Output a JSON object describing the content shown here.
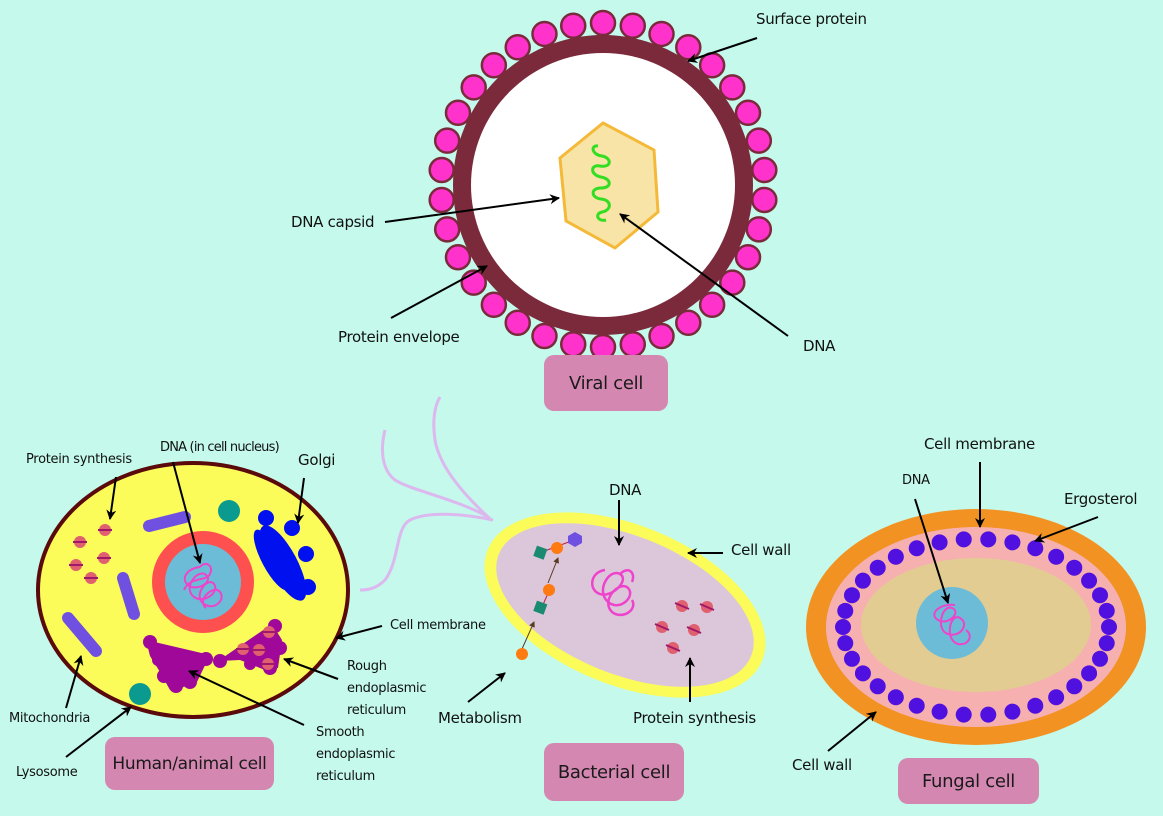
{
  "colors": {
    "background": "#c4f9ec",
    "tag_fill": "#d488b1",
    "viral_envelope": "#7a2a3a",
    "viral_spike": "#ff33cc",
    "viral_capsid_fill": "#f7e4a6",
    "viral_capsid_stroke": "#f5b93a",
    "viral_dna": "#33dd22",
    "animal_cytoplasm": "#fbfb5a",
    "animal_membrane": "#5a0a0a",
    "nucleus_ring": "#ff5050",
    "nucleus_fill": "#6cbcd8",
    "dna_coil": "#ee44cc",
    "mitochondria": "#7050e0",
    "golgi": "#0010ee",
    "lysosome": "#0a9a90",
    "er": "#a0089a",
    "ribosome": "#e06070",
    "bacteria_wall": "#fbfb5a",
    "bacteria_fill": "#dcc6da",
    "flagella": "#dcb8ee",
    "metabolite_circle": "#ff7a10",
    "metabolite_square": "#1a8a70",
    "metabolite_hex": "#7050e0",
    "fungal_wall": "#f29222",
    "fungal_membrane": "#f6b0b0",
    "fungal_cytoplasm": "#e2cc92",
    "ergosterol": "#5010e0"
  },
  "viral": {
    "tag": "Viral cell",
    "labels": {
      "surface_protein": "Surface protein",
      "dna_capsid": "DNA capsid",
      "protein_envelope": "Protein envelope",
      "dna": "DNA"
    }
  },
  "animal": {
    "tag": "Human/animal cell",
    "labels": {
      "protein_synthesis": "Protein synthesis",
      "dna": "DNA (in cell nucleus)",
      "golgi": "Golgi",
      "cell_membrane": "Cell membrane",
      "rough_er": "Rough\nendoplasmic\nreticulum",
      "smooth_er": "Smooth\nendoplasmic\nreticulum",
      "mitochondria": "Mitochondria",
      "lysosome": "Lysosome"
    }
  },
  "bacterial": {
    "tag": "Bacterial cell",
    "labels": {
      "dna": "DNA",
      "cell_wall": "Cell wall",
      "metabolism": "Metabolism",
      "protein_synthesis": "Protein synthesis"
    }
  },
  "fungal": {
    "tag": "Fungal cell",
    "labels": {
      "cell_membrane": "Cell membrane",
      "dna": "DNA",
      "ergosterol": "Ergosterol",
      "cell_wall": "Cell wall"
    }
  }
}
